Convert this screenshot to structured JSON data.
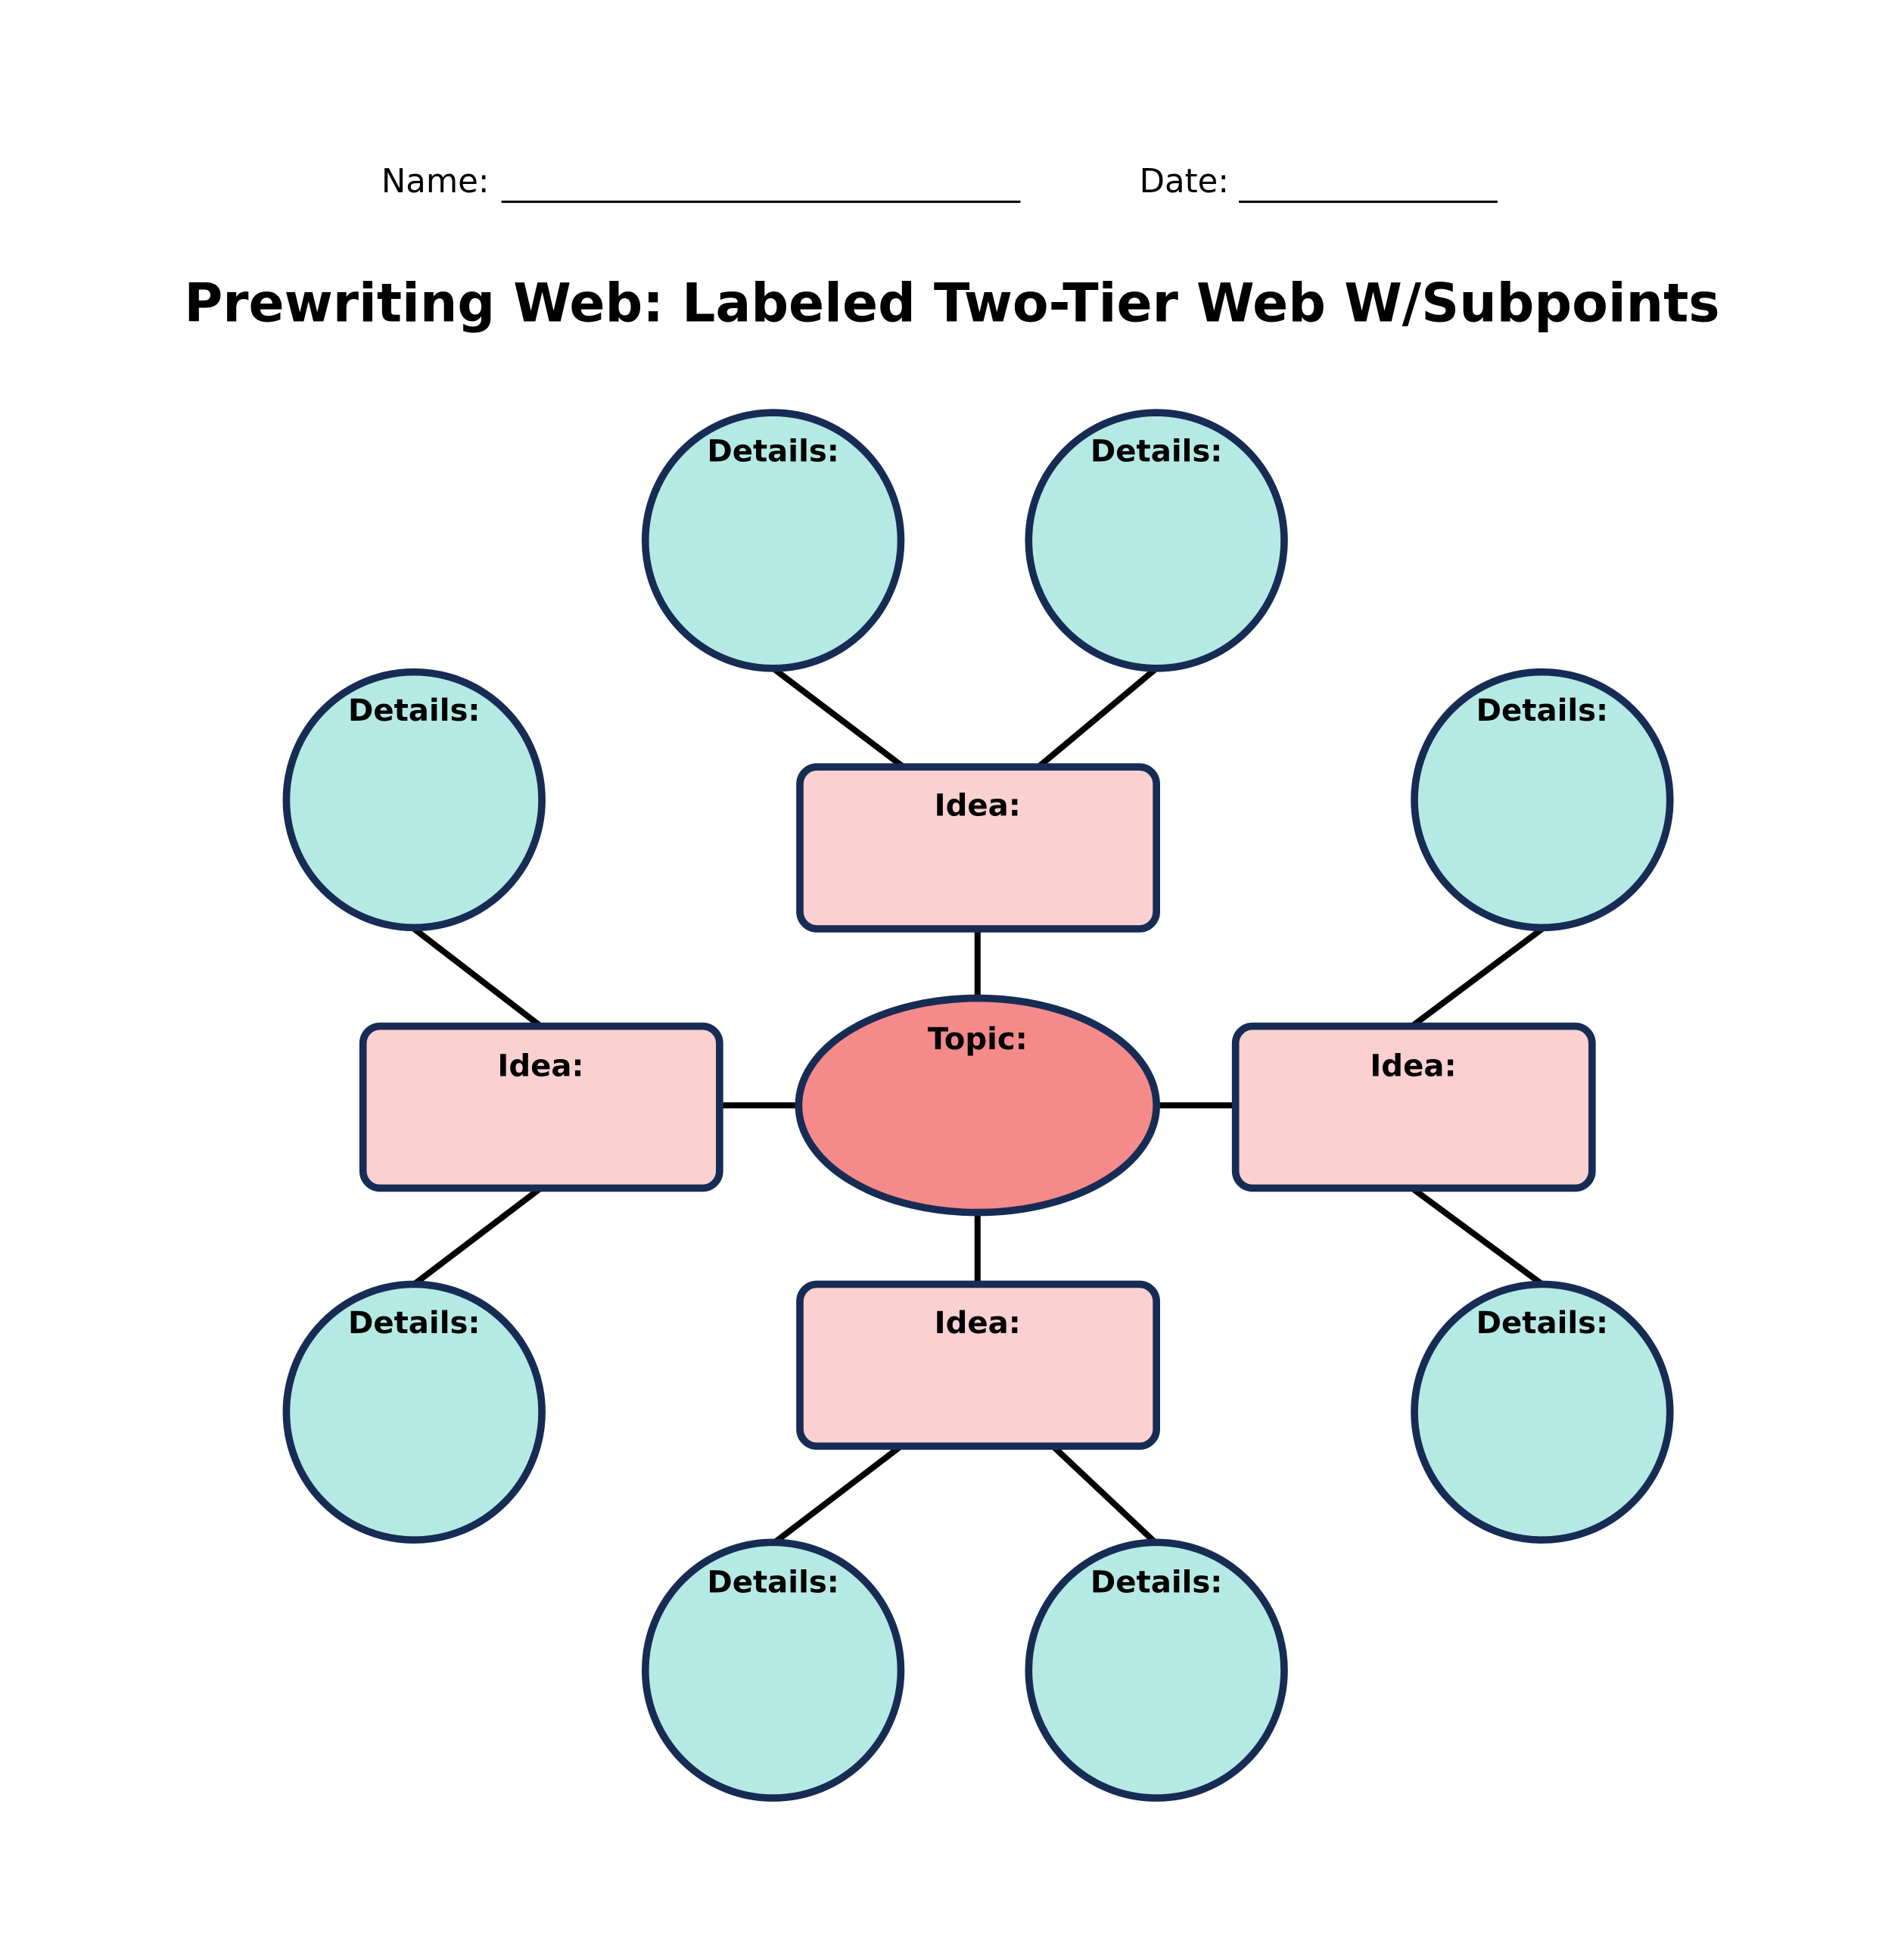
{
  "header": {
    "name_label": "Name: ",
    "name_blank": "________________________________",
    "date_label": "Date: ",
    "date_blank": "________________"
  },
  "title": "Prewriting Web: Labeled Two-Tier Web W/Subpoints",
  "topic": {
    "label": "Topic:"
  },
  "ideas": [
    {
      "label": "Idea:",
      "position": "top"
    },
    {
      "label": "Idea:",
      "position": "left"
    },
    {
      "label": "Idea:",
      "position": "right"
    },
    {
      "label": "Idea:",
      "position": "bottom"
    }
  ],
  "details": [
    {
      "label": "Details:"
    },
    {
      "label": "Details:"
    },
    {
      "label": "Details:"
    },
    {
      "label": "Details:"
    },
    {
      "label": "Details:"
    },
    {
      "label": "Details:"
    },
    {
      "label": "Details:"
    },
    {
      "label": "Details:"
    }
  ],
  "colors": {
    "topic_fill": "#F58A8A",
    "idea_fill": "#FAD0D0",
    "details_fill": "#B5EAE4",
    "outline": "#172C54",
    "connector": "#000000"
  }
}
